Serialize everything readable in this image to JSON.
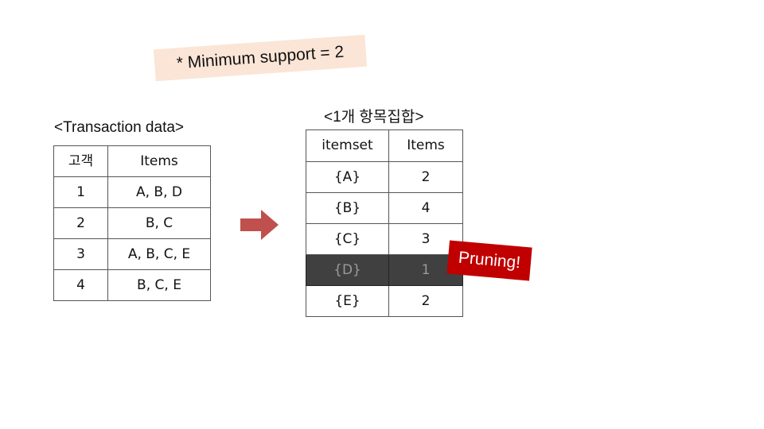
{
  "note": {
    "text": "* Minimum support = 2"
  },
  "transactions": {
    "caption": "<Transaction data>",
    "headers": [
      "고객",
      "Items"
    ],
    "rows": [
      [
        "1",
        "A, B, D"
      ],
      [
        "2",
        "B, C"
      ],
      [
        "3",
        "A, B, C, E"
      ],
      [
        "4",
        "B, C, E"
      ]
    ]
  },
  "itemsets": {
    "caption": "<1개 항목집합>",
    "headers": [
      "itemset",
      "Items"
    ],
    "rows": [
      [
        "{A}",
        "2"
      ],
      [
        "{B}",
        "4"
      ],
      [
        "{C}",
        "3"
      ],
      [
        "{D}",
        "1"
      ],
      [
        "{E}",
        "2"
      ]
    ],
    "pruned_row": 3
  },
  "prune_label": "Pruning!",
  "colors": {
    "note_bg": "#fbe5d6",
    "arrow": "#c0504d",
    "prune_badge": "#c00000",
    "pruned_row_bg": "#404040"
  },
  "icons": {
    "arrow": "right-arrow-icon"
  }
}
